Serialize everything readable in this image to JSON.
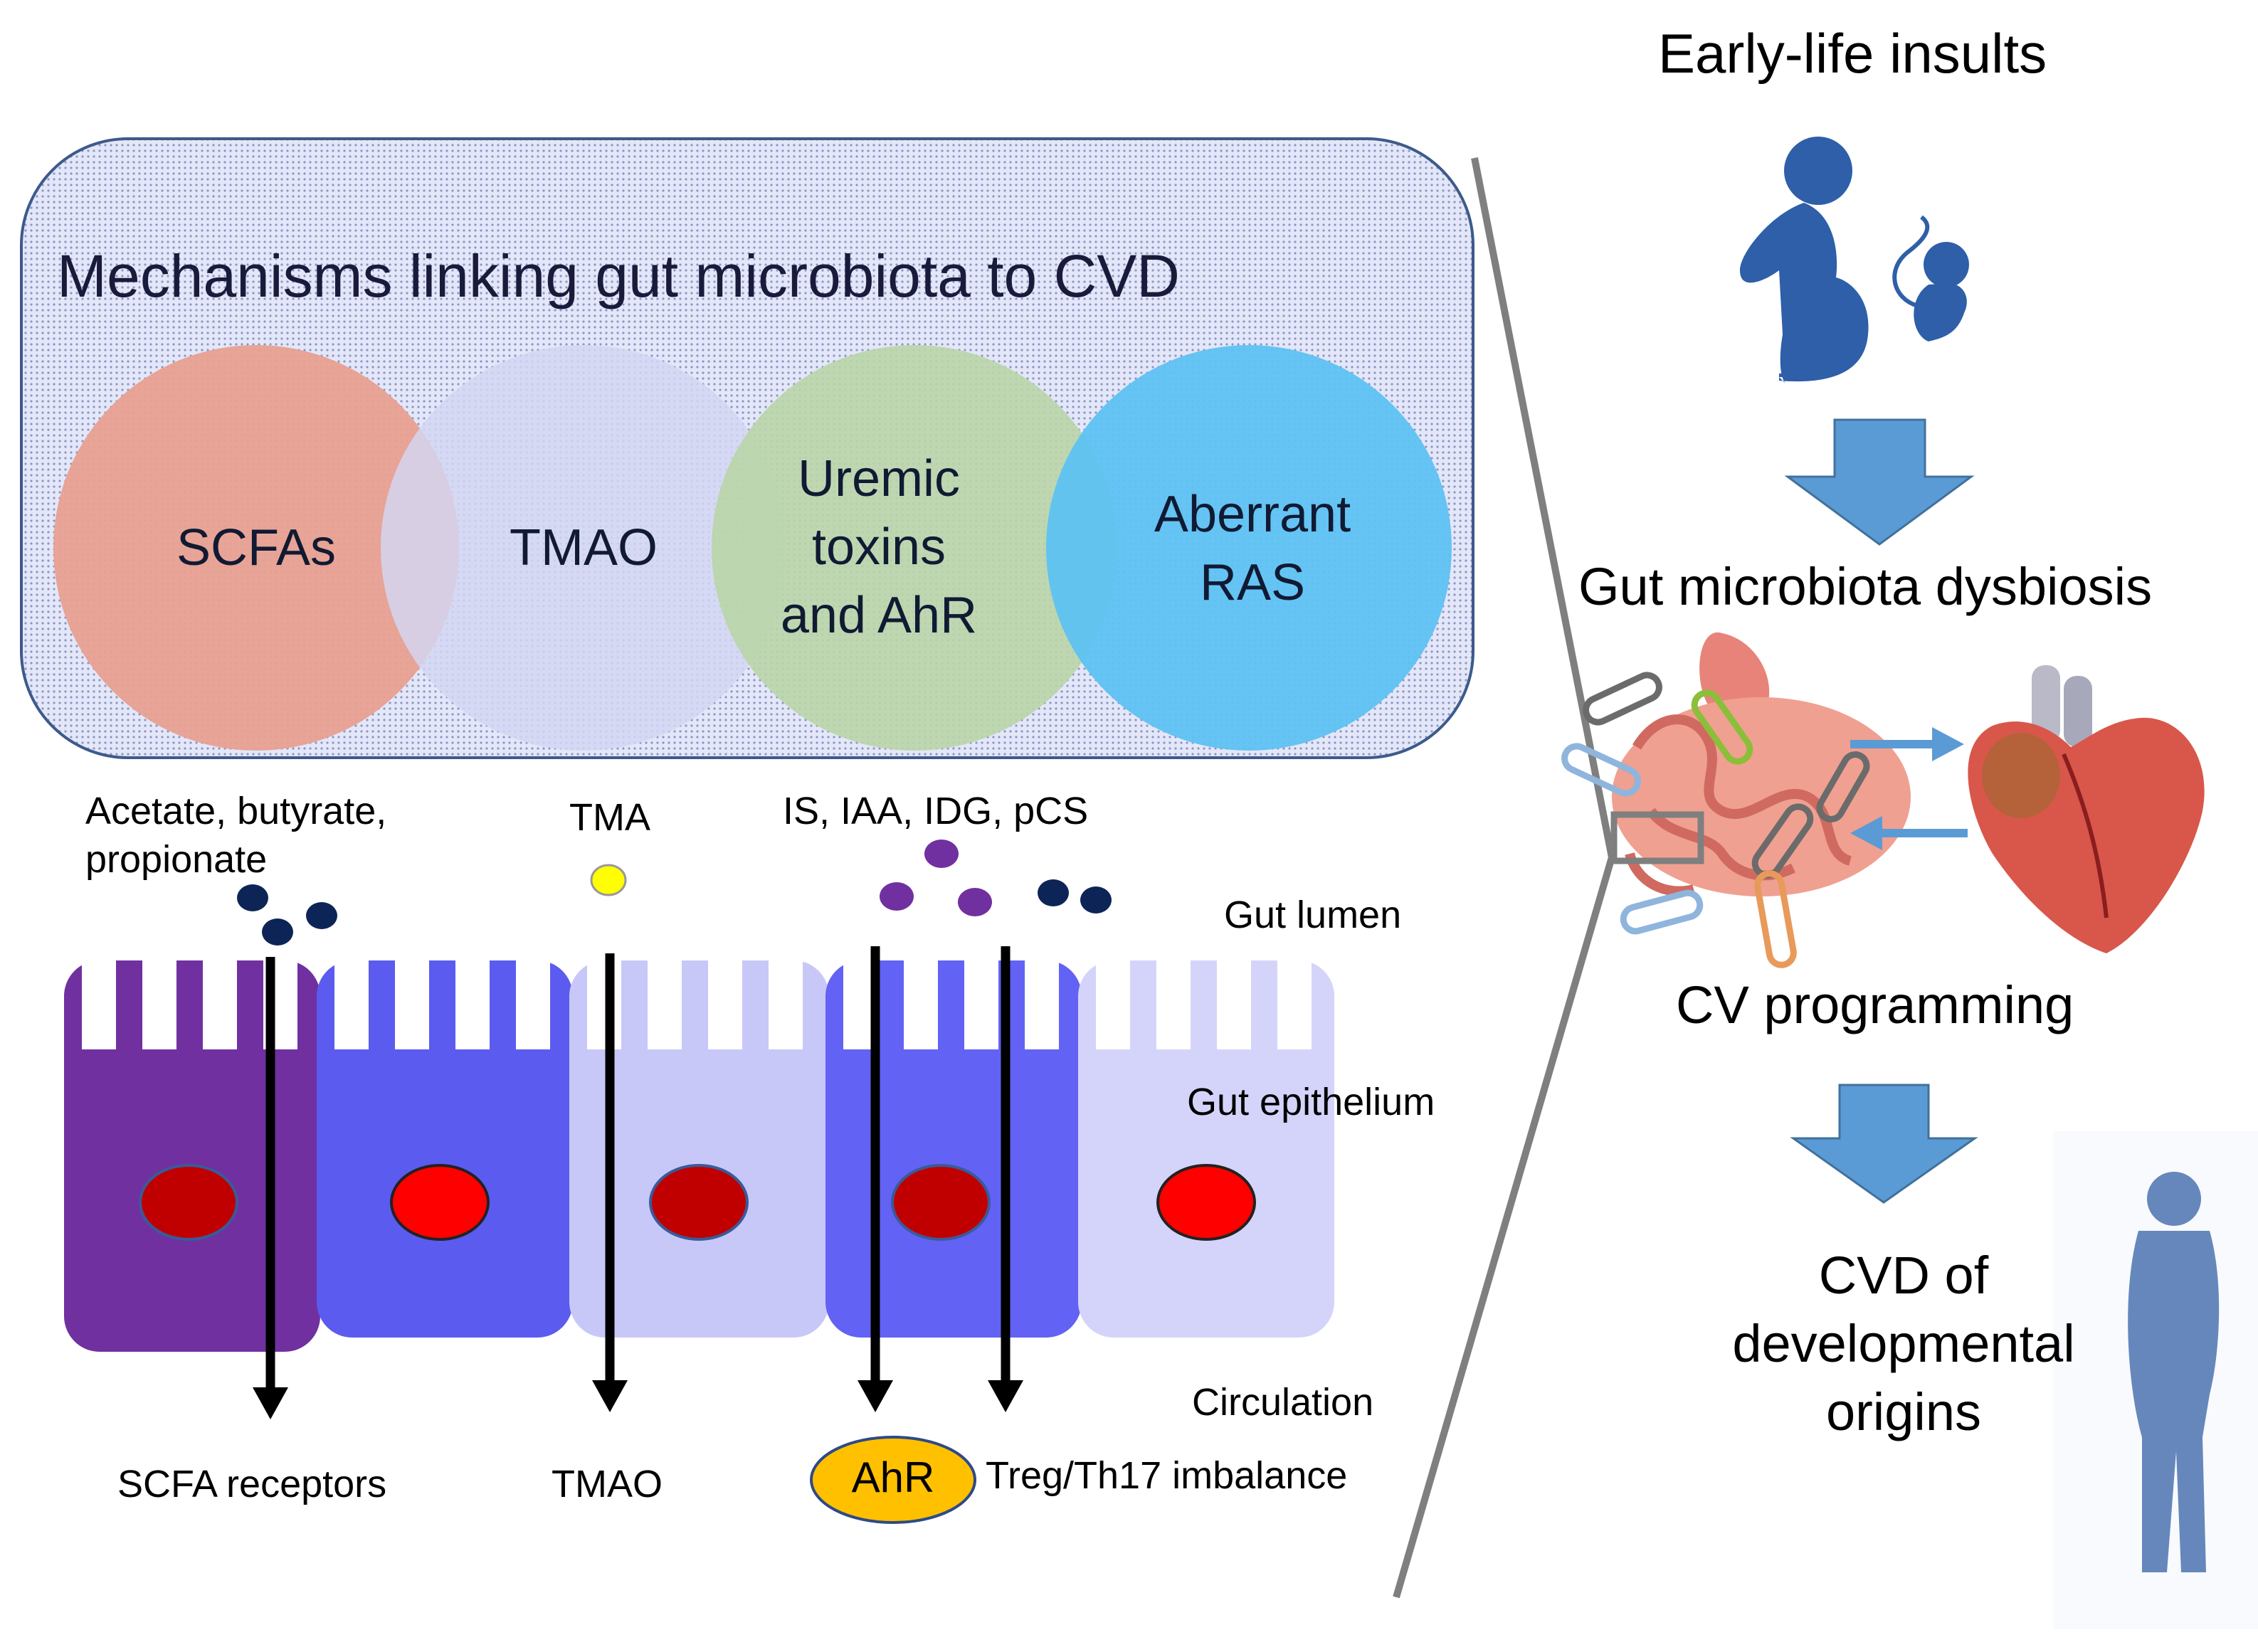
{
  "mechanisms": {
    "title": "Mechanisms linking gut microbiota to CVD",
    "circles": [
      {
        "label": "SCFAs",
        "color": "#e8a090"
      },
      {
        "label": "TMAO",
        "color": "#c9cdf0"
      },
      {
        "label": "Uremic toxins and AhR",
        "color": "#b7d4a6"
      },
      {
        "label": "Aberrant RAS",
        "color": "#5bc0f2"
      }
    ]
  },
  "gut": {
    "metabolites": [
      "Acetate, butyrate, propionate",
      "TMA",
      "IS, IAA, IDG, pCS"
    ],
    "layers": [
      "Gut lumen",
      "Gut epithelium",
      "Circulation"
    ],
    "outcomes": [
      "SCFA receptors",
      "TMAO",
      "AhR",
      "Treg/Th17 imbalance"
    ],
    "cell_colors": [
      "#7030a0",
      "#5b5bf0",
      "#c8c8f8",
      "#6060f4",
      "#d2d2fa"
    ]
  },
  "flow": {
    "title": "Early-life insults",
    "step1": "Gut microbiota dysbiosis",
    "step2": "CV programming",
    "outcome": "CVD of developmental origins"
  },
  "colors": {
    "arrow_blue": "#5b9bd5",
    "silhouette_blue": "#2e5fa8",
    "box_fill": "#d6dcf5",
    "box_border": "#3d5a8a"
  }
}
